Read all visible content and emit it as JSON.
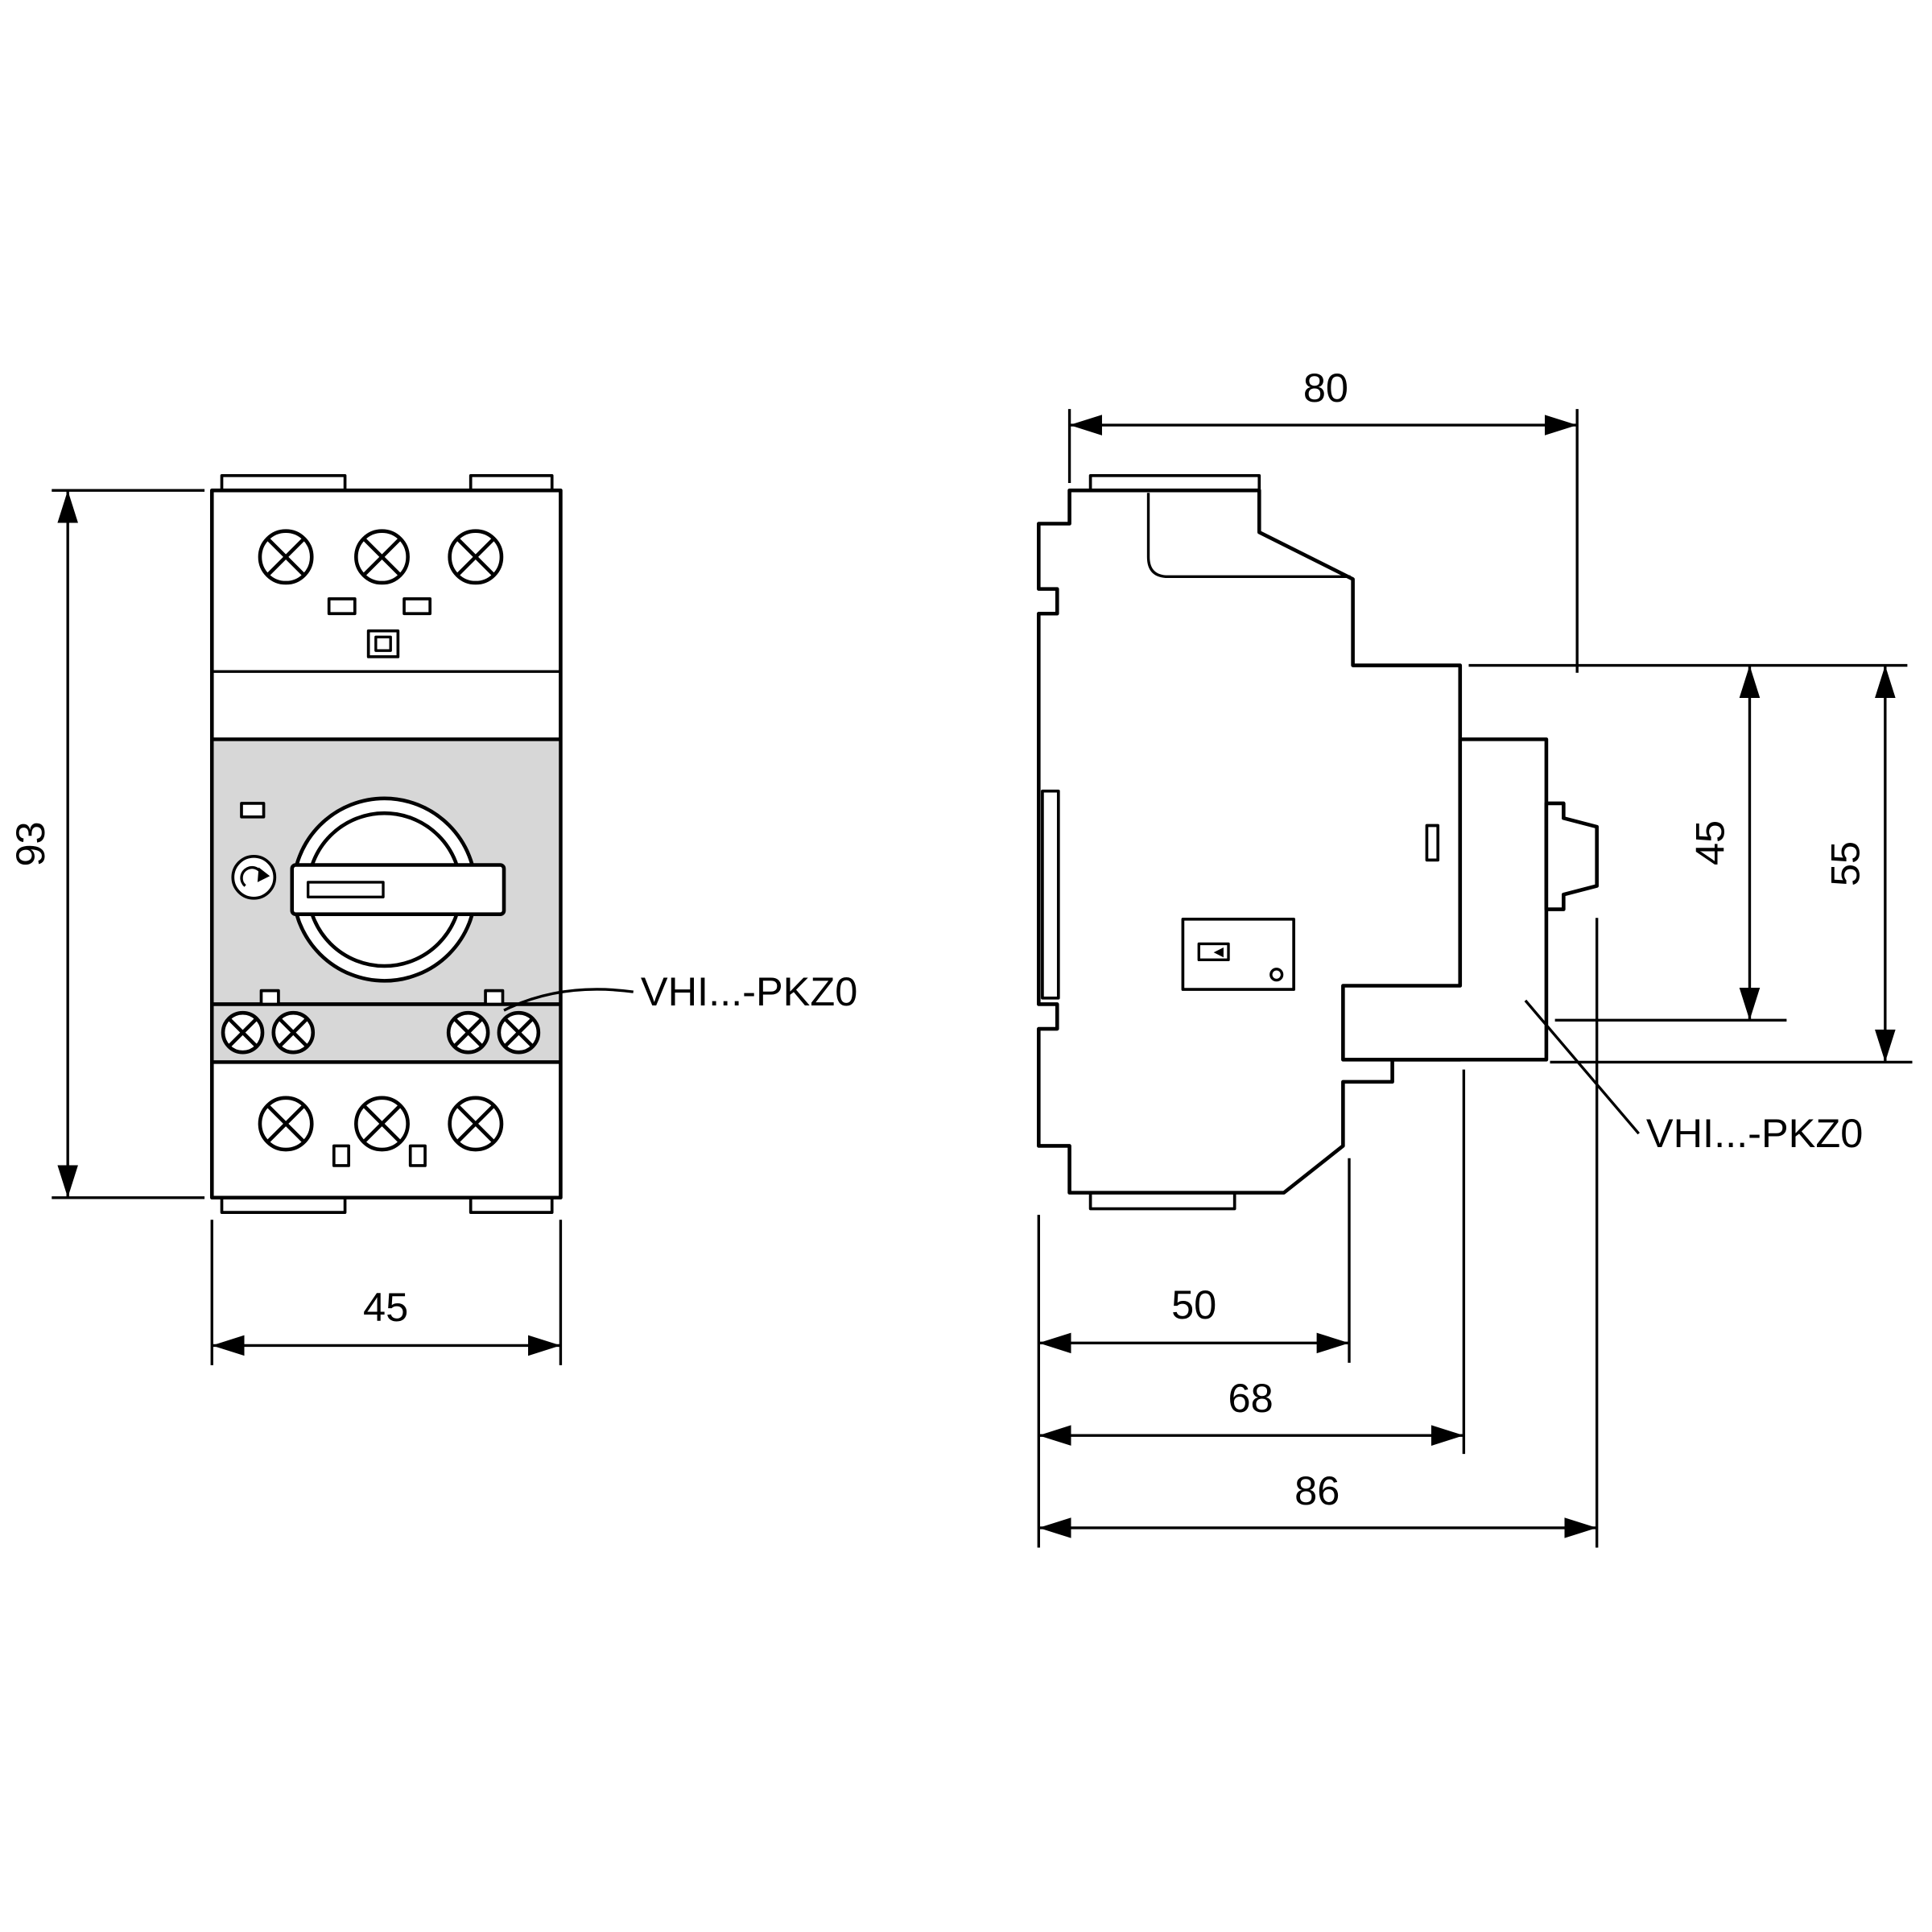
{
  "drawing": {
    "background": "#ffffff",
    "line_color": "#000000",
    "cover_fill": "#d7d7d7",
    "front_view": {
      "name": "front-view",
      "dims": {
        "height": "93",
        "width": "45"
      },
      "cover_label": "VHI...-PKZ0"
    },
    "side_view": {
      "name": "side-view",
      "dims": {
        "depth_overall_top": "80",
        "cover_height": "45",
        "cover_height_total": "55",
        "depth_body": "50",
        "depth_to_front_plate": "68",
        "depth_overall": "86"
      },
      "cover_label": "VHI...-PKZ0"
    }
  }
}
